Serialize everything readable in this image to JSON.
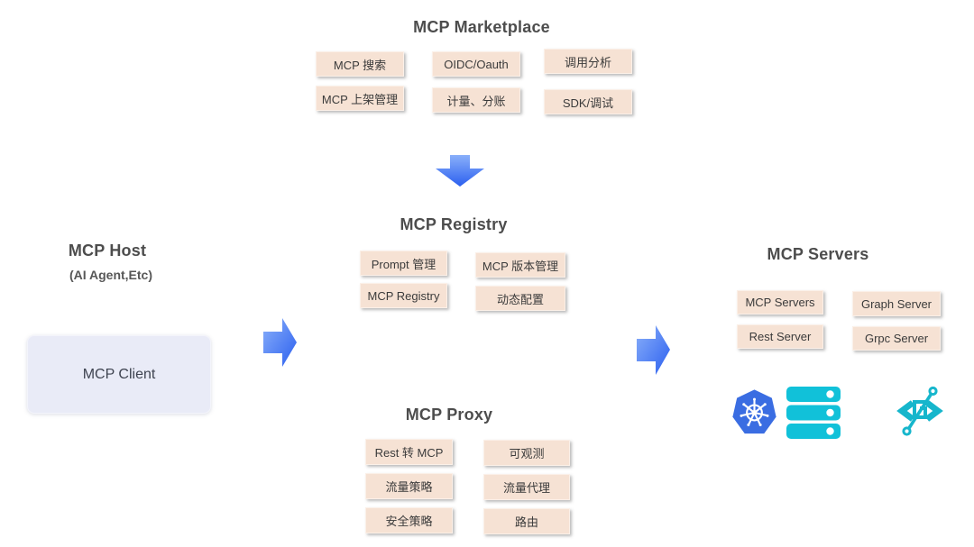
{
  "diagram": {
    "marketplace": {
      "title": "MCP Marketplace",
      "boxes": [
        "MCP 搜索",
        "OIDC/Oauth",
        "调用分析",
        "MCP 上架管理",
        "计量、分账",
        "SDK/调试"
      ]
    },
    "registry": {
      "title": "MCP Registry",
      "boxes": [
        "Prompt 管理",
        "MCP 版本管理",
        "MCP Registry",
        "动态配置"
      ]
    },
    "host": {
      "title": "MCP Host",
      "subtitle": "(AI Agent,Etc)",
      "client": "MCP Client"
    },
    "proxy": {
      "title": "MCP Proxy",
      "boxes": [
        "Rest 转 MCP",
        "可观测",
        "流量策略",
        "流量代理",
        "安全策略",
        "路由"
      ]
    },
    "servers": {
      "title": "MCP Servers",
      "boxes": [
        "MCP Servers",
        "Graph Server",
        "Rest Server",
        "Grpc Server"
      ],
      "icons": [
        "kubernetes-icon",
        "server-stack-icon",
        "higress-gateway-icon"
      ]
    },
    "colors": {
      "box_bg": "#f6e2d4",
      "box_text": "#3b3b3b",
      "title_text": "#4d4d4d",
      "client_bg": "#e9ebf7",
      "arrow_light": "#8ab0fa",
      "arrow_dark": "#2b5fef",
      "kubernetes_blue": "#3a6de2",
      "server_cyan": "#11c1d9",
      "gateway_teal": "#16b6cc"
    }
  }
}
